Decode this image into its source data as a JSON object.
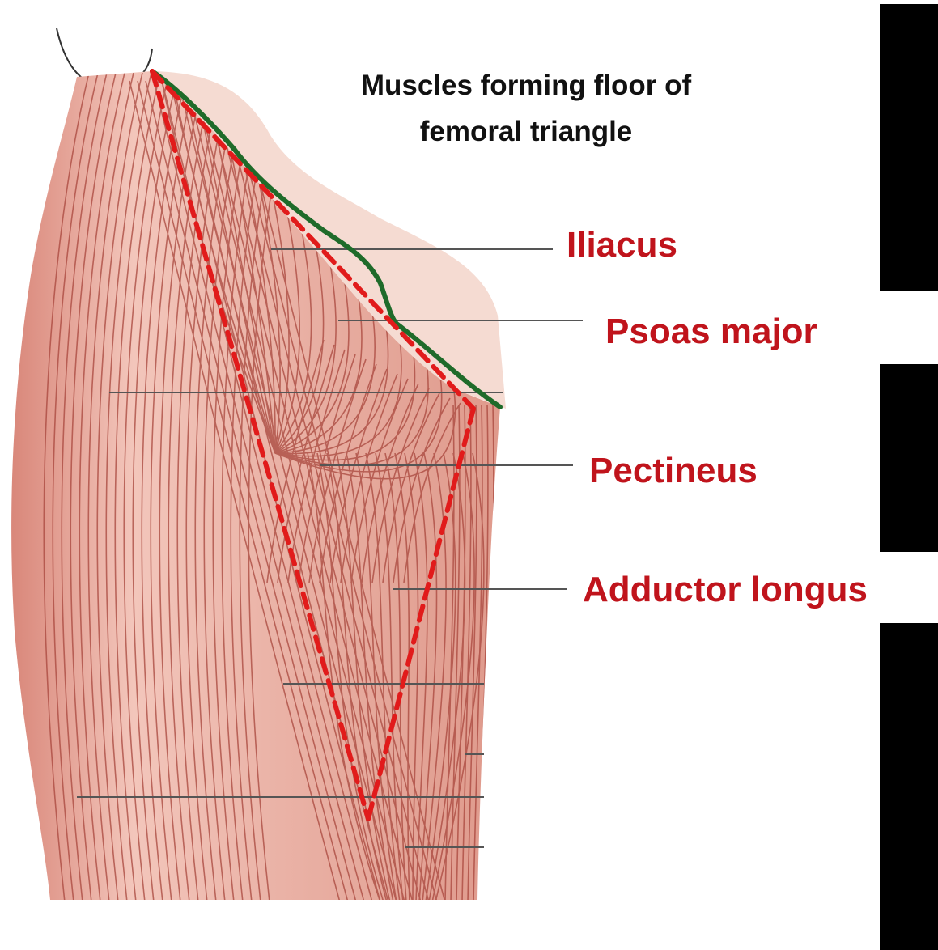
{
  "title_lines": [
    "Muscles forming floor of",
    "femoral triangle"
  ],
  "labels": [
    "Iliacus",
    "Psoas major",
    "Pectineus",
    "Adductor longus"
  ],
  "colors": {
    "label_text": "#c0141c",
    "title_text": "#111111",
    "muscle_fill": "#e8aca0",
    "muscle_fiber": "#a8463c",
    "triangle_outline": "#e11b1b",
    "inguinal_ligament": "#1f6b2a",
    "background_shadow": "#f5dbd2",
    "side_bars": "#000000"
  }
}
